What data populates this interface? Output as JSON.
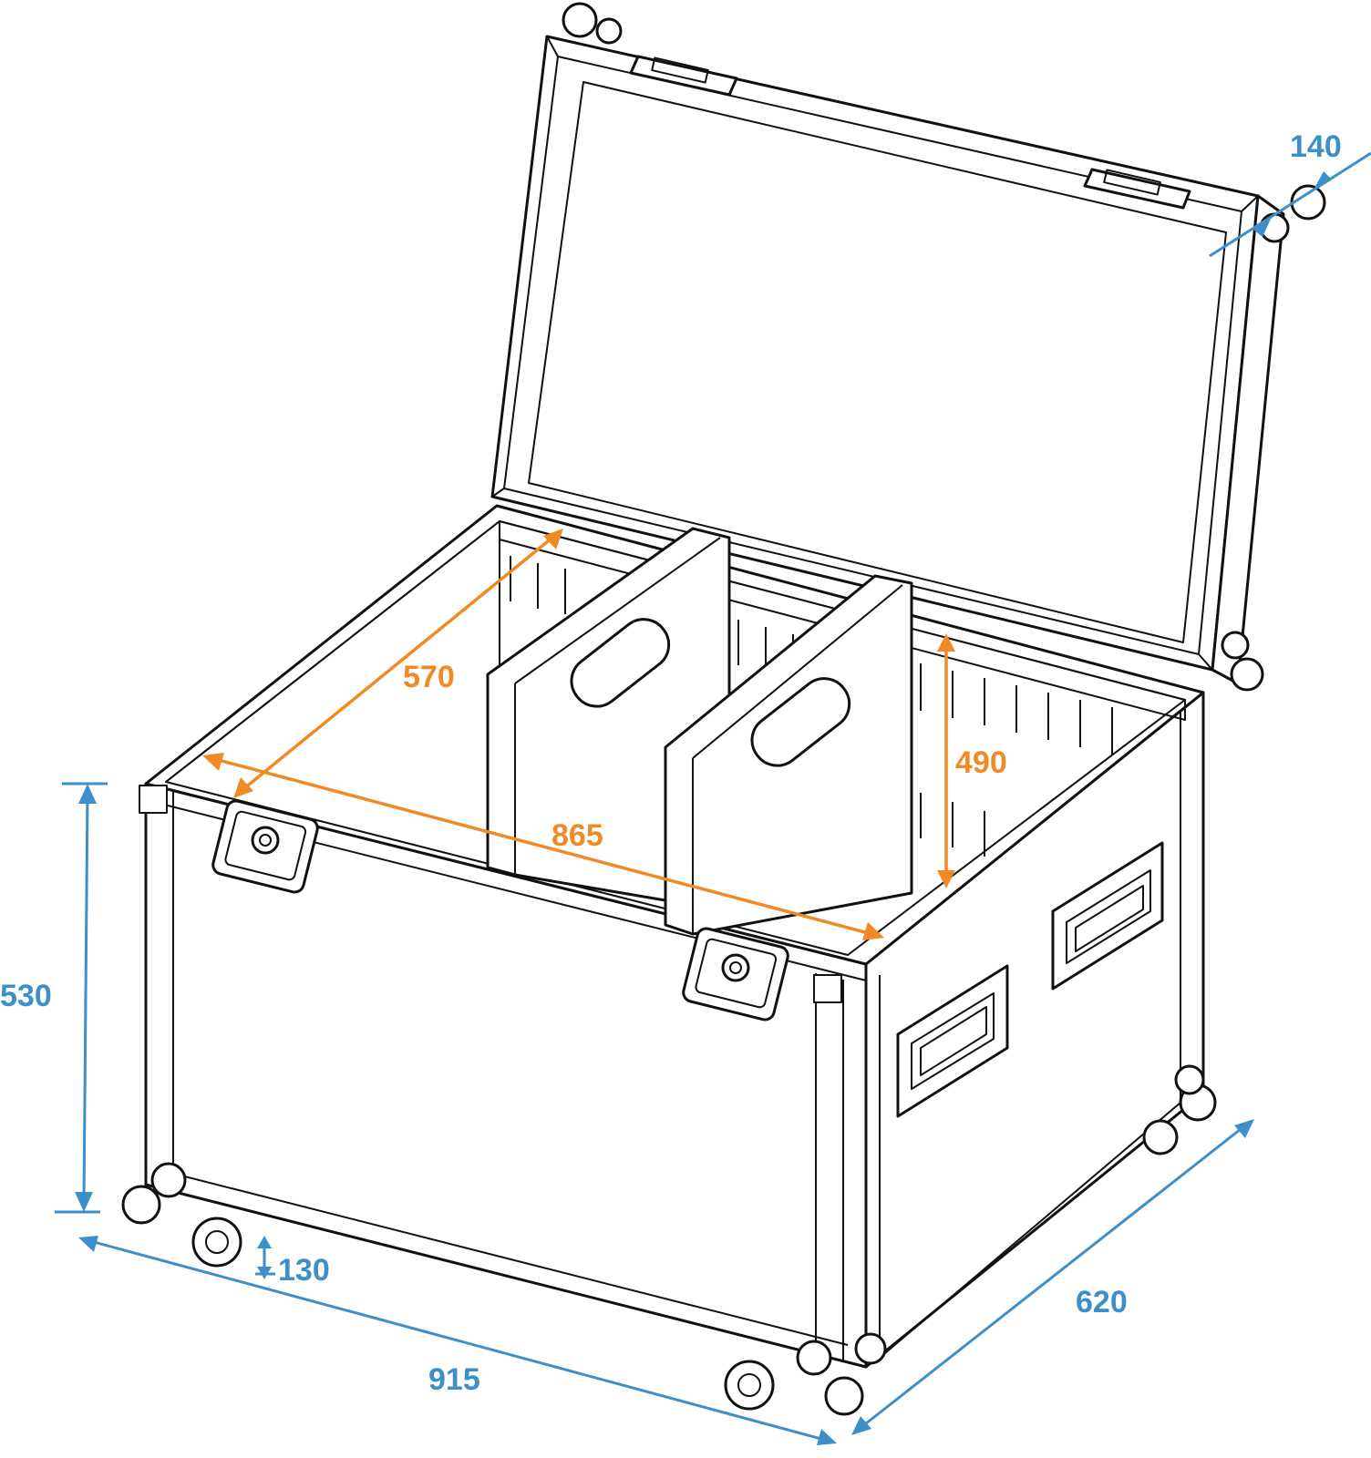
{
  "colors": {
    "outer_dimension": "#3d8fc9",
    "inner_dimension": "#f08a24",
    "outline": "#111111"
  },
  "dimensions": {
    "outer_height": "530",
    "outer_width": "915",
    "outer_depth": "620",
    "lid_depth": "140",
    "wheel_height": "130"
  },
  "inner_dimensions": {
    "inner_width": "865",
    "inner_depth": "570",
    "inner_height": "490"
  }
}
